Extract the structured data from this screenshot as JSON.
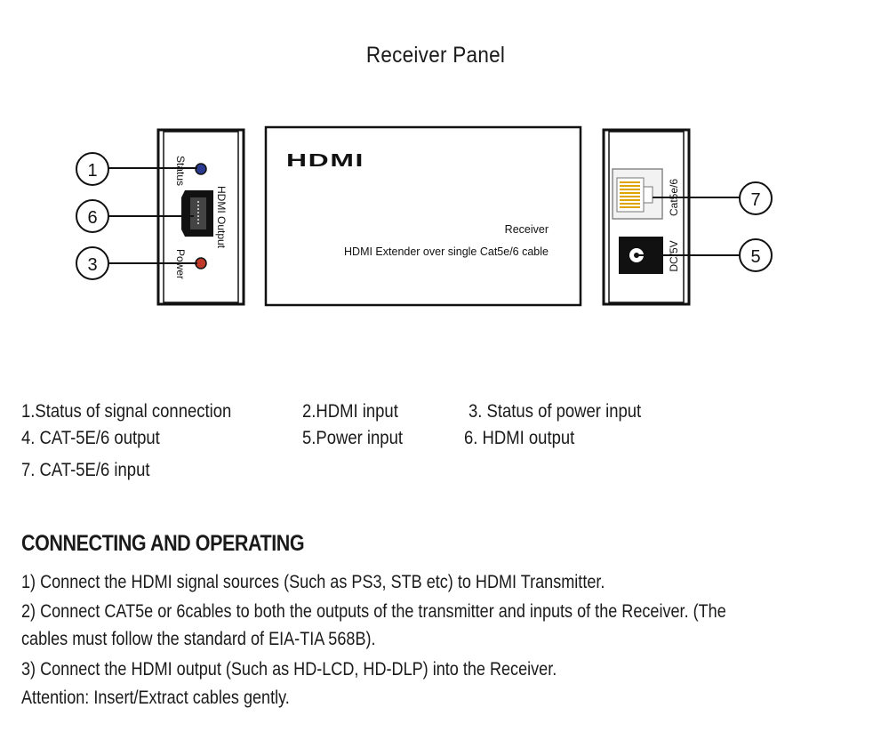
{
  "page_title": "Receiver Panel",
  "device": {
    "left_panel": {
      "status_label": "Status",
      "hdmi_label": "HDMI Output",
      "power_label": "Power"
    },
    "front": {
      "logo": "HDMI",
      "model": "Receiver",
      "description": "HDMI Extender over single Cat5e/6 cable"
    },
    "right_panel": {
      "cat_label": "Cat5e/6",
      "dc_label": "DC/5V"
    },
    "callouts": [
      "1",
      "6",
      "3",
      "7",
      "5"
    ]
  },
  "legend": [
    "1.Status of signal connection",
    "2.HDMI input",
    "3. Status of power input",
    "4. CAT-5E/6 output",
    "5.Power input",
    "6. HDMI output",
    "7. CAT-5E/6 input"
  ],
  "section": {
    "heading": "CONNECTING AND OPERATING",
    "steps": [
      "1)  Connect the HDMI signal sources (Such as PS3, STB etc) to HDMI Transmitter.",
      "2)  Connect CAT5e or 6cables to both the outputs of the transmitter and inputs of the Receiver.    (The",
      "cables must follow the standard of EIA-TIA 568B).",
      "3)  Connect the HDMI output (Such as HD-LCD, HD-DLP) into the Receiver.",
      "Attention: Insert/Extract cables gently."
    ]
  }
}
